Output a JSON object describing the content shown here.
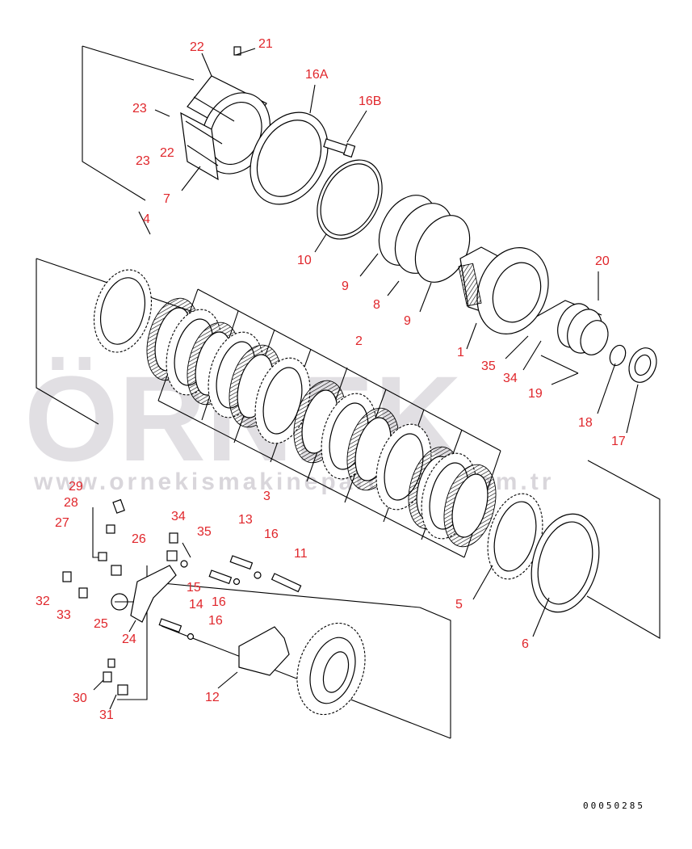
{
  "diagram": {
    "watermark": {
      "brand": "ÖRNEK",
      "url": "www.ornekismakineparcalari.com.tr"
    },
    "document_number": "00050285",
    "callouts": {
      "c21": "21",
      "c22a": "22",
      "c16A": "16A",
      "c16B": "16B",
      "c23a": "23",
      "c22b": "22",
      "c23b": "23",
      "c7": "7",
      "c4": "4",
      "c10": "10",
      "c9a": "9",
      "c8": "8",
      "c9b": "9",
      "c20": "20",
      "c1": "1",
      "c35a": "35",
      "c34a": "34",
      "c19": "19",
      "c2": "2",
      "c18": "18",
      "c17": "17",
      "c3": "3",
      "c29": "29",
      "c28": "28",
      "c27": "27",
      "c26": "26",
      "c34b": "34",
      "c35b": "35",
      "c13": "13",
      "c16a": "16",
      "c11": "11",
      "c15": "15",
      "c32": "32",
      "c33": "33",
      "c25": "25",
      "c14": "14",
      "c16b": "16",
      "c16c": "16",
      "c24": "24",
      "c5": "5",
      "c6": "6",
      "c30": "30",
      "c12": "12",
      "c31": "31"
    }
  }
}
